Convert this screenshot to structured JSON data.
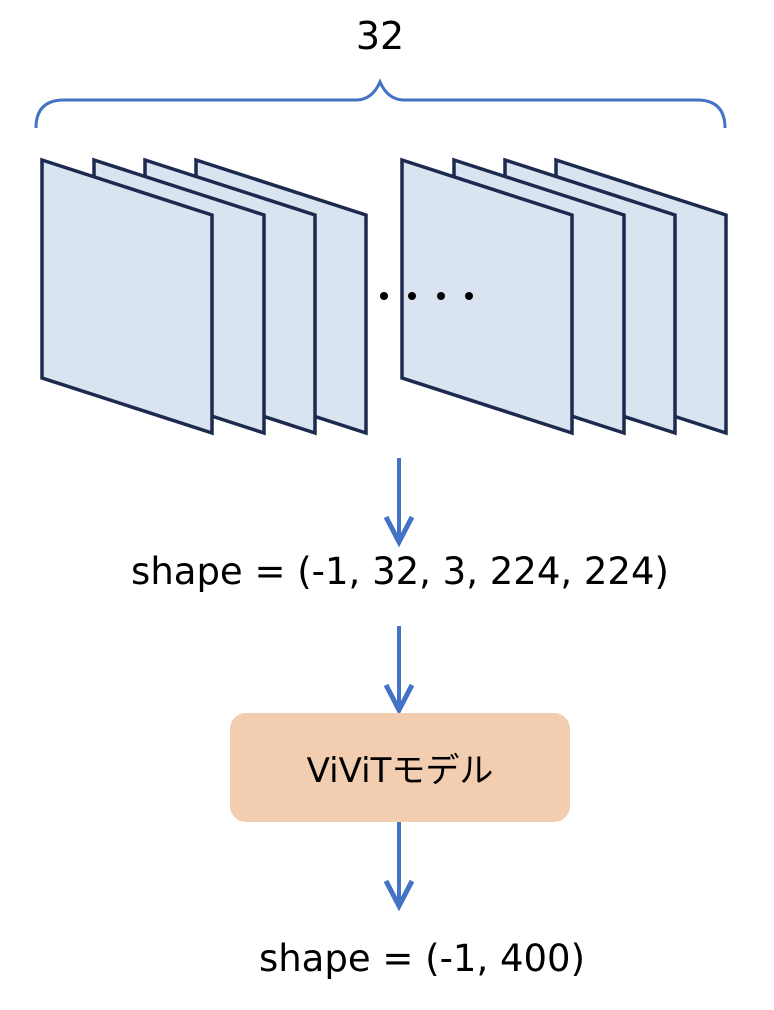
{
  "brace_label": "32",
  "input_shape": "shape = (-1, 32, 3, 224, 224)",
  "model": {
    "label": "ViViTモデル"
  },
  "output_shape": "shape = (-1, 400)",
  "ellipsis": "....",
  "colors": {
    "arrow": "#4472C4",
    "frame_fill": "#DAE3F0",
    "frame_stroke": "#1B2A4E",
    "model_fill": "#F2CDB0"
  },
  "frame_groups": [
    {
      "name": "first-frames",
      "count": 4
    },
    {
      "name": "last-frames",
      "count": 4
    }
  ]
}
